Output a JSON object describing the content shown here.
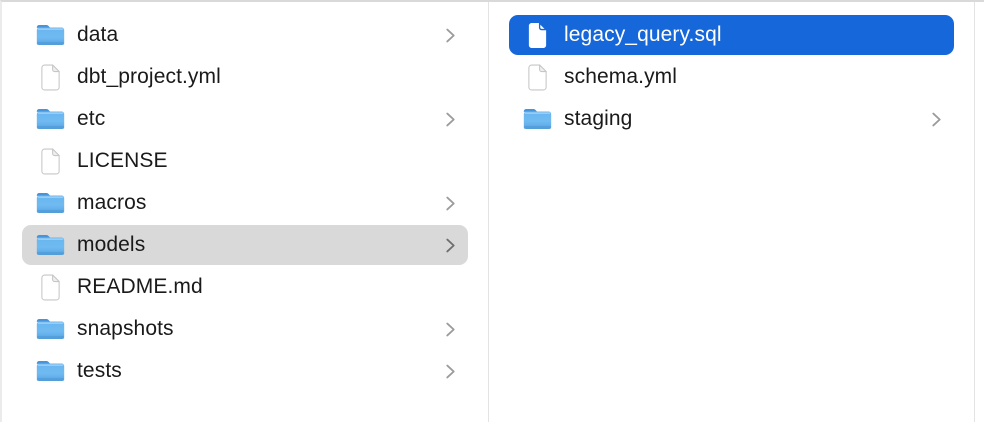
{
  "columns": {
    "left": {
      "items": [
        {
          "label": "data",
          "icon": "folder-icon",
          "has_chevron": true,
          "selected": false
        },
        {
          "label": "dbt_project.yml",
          "icon": "file-icon",
          "has_chevron": false,
          "selected": false
        },
        {
          "label": "etc",
          "icon": "folder-icon",
          "has_chevron": true,
          "selected": false
        },
        {
          "label": "LICENSE",
          "icon": "file-icon",
          "has_chevron": false,
          "selected": false
        },
        {
          "label": "macros",
          "icon": "folder-icon",
          "has_chevron": true,
          "selected": false
        },
        {
          "label": "models",
          "icon": "folder-icon",
          "has_chevron": true,
          "selected": true,
          "selection_style": "inactive-gray"
        },
        {
          "label": "README.md",
          "icon": "file-icon",
          "has_chevron": false,
          "selected": false
        },
        {
          "label": "snapshots",
          "icon": "folder-icon",
          "has_chevron": true,
          "selected": false
        },
        {
          "label": "tests",
          "icon": "folder-icon",
          "has_chevron": true,
          "selected": false
        }
      ]
    },
    "right": {
      "items": [
        {
          "label": "legacy_query.sql",
          "icon": "file-icon",
          "has_chevron": false,
          "selected": true,
          "selection_style": "active-blue"
        },
        {
          "label": "schema.yml",
          "icon": "file-icon",
          "has_chevron": false,
          "selected": false
        },
        {
          "label": "staging",
          "icon": "folder-icon",
          "has_chevron": true,
          "selected": false
        }
      ]
    }
  },
  "colors": {
    "selection_active": "#1667d9",
    "selection_inactive": "#d9d9d9",
    "text": "#1a1a1a",
    "text_selected": "#ffffff",
    "chevron": "#9b9b9b",
    "divider": "#e3e3e3",
    "folder_blue": "#62afe9",
    "background": "#ffffff"
  }
}
